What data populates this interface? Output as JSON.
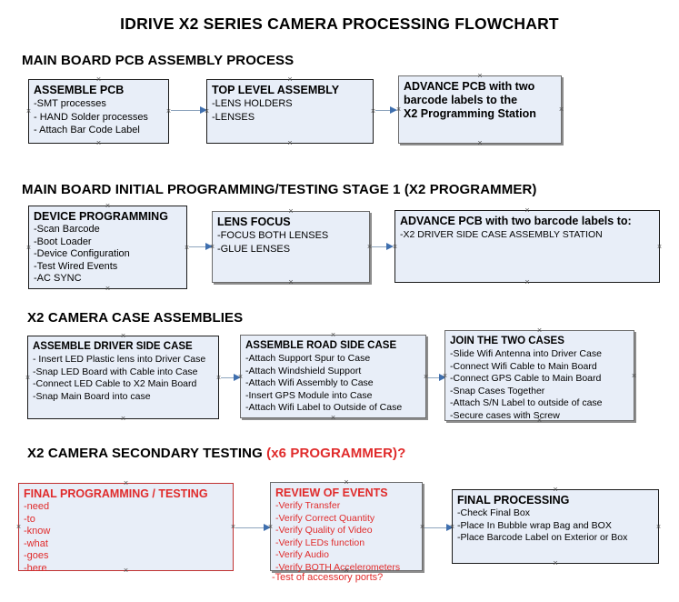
{
  "title": "IDRIVE X2  SERIES CAMERA PROCESSING FLOWCHART",
  "colors": {
    "box_fill": "#e8eef8",
    "box_border": "#1a1a1a",
    "shadow_border": "#6b6b6b",
    "connector": "#8ea5bd",
    "arrow_head": "#3f6fae",
    "accent_red": "#e02b2b",
    "text": "#000000"
  },
  "sections": [
    {
      "id": "main-board-pcb-assembly",
      "heading": "MAIN BOARD PCB ASSEMBLY PROCESS",
      "heading_accent": "",
      "boxes": [
        {
          "id": "assemble-pcb",
          "title": "ASSEMBLE PCB",
          "lines": [
            "-SMT processes",
            "- HAND Solder processes",
            "- Attach Bar Code Label"
          ]
        },
        {
          "id": "top-level-assembly",
          "title": "TOP LEVEL ASSEMBLY",
          "lines": [
            "-LENS HOLDERS",
            "-LENSES"
          ]
        },
        {
          "id": "advance-pcb-x2-programming-station",
          "title": "ADVANCE PCB with two barcode labels to the  X2 Programming Station",
          "title_lines": [
            "ADVANCE PCB with two",
            "barcode labels to the",
            " X2 Programming Station"
          ],
          "lines": []
        }
      ]
    },
    {
      "id": "main-board-initial-programming",
      "heading": "MAIN BOARD INITIAL PROGRAMMING/TESTING STAGE 1 (X2 PROGRAMMER)",
      "heading_accent": "",
      "boxes": [
        {
          "id": "device-programming",
          "title": "DEVICE PROGRAMMING",
          "lines": [
            "-Scan Barcode",
            "-Boot Loader",
            "-Device Configuration",
            "-Test Wired Events",
            "-AC SYNC"
          ]
        },
        {
          "id": "lens-focus",
          "title": "LENS FOCUS",
          "lines": [
            "-FOCUS BOTH LENSES",
            "-GLUE LENSES"
          ]
        },
        {
          "id": "advance-pcb-driver-side-case",
          "title": "ADVANCE PCB with two barcode labels to:",
          "lines": [
            "-X2 DRIVER  SIDE  CASE  ASSEMBLY STATION"
          ]
        }
      ]
    },
    {
      "id": "x2-camera-case-assemblies",
      "heading": "X2 CAMERA CASE ASSEMBLIES",
      "heading_accent": "",
      "boxes": [
        {
          "id": "assemble-driver-side-case",
          "title": "ASSEMBLE DRIVER SIDE CASE",
          "lines": [
            "- Insert LED Plastic lens into Driver Case",
            "-Snap LED Board with Cable into Case",
            "-Connect LED Cable to X2 Main Board",
            "-Snap Main Board into case"
          ]
        },
        {
          "id": "assemble-road-side-case",
          "title": "ASSEMBLE ROAD SIDE CASE",
          "lines": [
            "-Attach Support Spur to Case",
            "-Attach Windshield Support",
            "-Attach Wifi Assembly to Case",
            "-Insert GPS Module into Case",
            "-Attach Wifi Label to Outside of Case"
          ]
        },
        {
          "id": "join-the-two-cases",
          "title": "JOIN THE TWO CASES",
          "lines": [
            "-Slide Wifi Antenna into Driver Case",
            "-Connect Wifi Cable to Main Board",
            "-Connect GPS Cable to Main Board",
            "-Snap Cases Together",
            "-Attach S/N Label to outside of case",
            "-Secure cases with Screw"
          ]
        }
      ]
    },
    {
      "id": "x2-camera-secondary-testing",
      "heading": "X2 CAMERA SECONDARY TESTING ",
      "heading_accent": "(x6 PROGRAMMER)?",
      "boxes": [
        {
          "id": "final-programming-testing",
          "title": "FINAL PROGRAMMING / TESTING",
          "lines": [
            "-need",
            "-to",
            "-know",
            "-what",
            "-goes",
            "-here"
          ]
        },
        {
          "id": "review-of-events",
          "title": "REVIEW OF EVENTS",
          "lines": [
            "-Verify Transfer",
            "-Verify Correct Quantity",
            "-Verify Quality of Video",
            "-Verify LEDs function",
            "-Verify Audio",
            "-Verify BOTH Accelerometers"
          ],
          "overflow_line": "-Test of accessory ports?"
        },
        {
          "id": "final-processing",
          "title": "FINAL PROCESSING",
          "lines": [
            " -Check Final Box",
            "-Place In Bubble wrap Bag and BOX",
            "-Place Barcode Label on Exterior or Box"
          ]
        }
      ]
    }
  ]
}
